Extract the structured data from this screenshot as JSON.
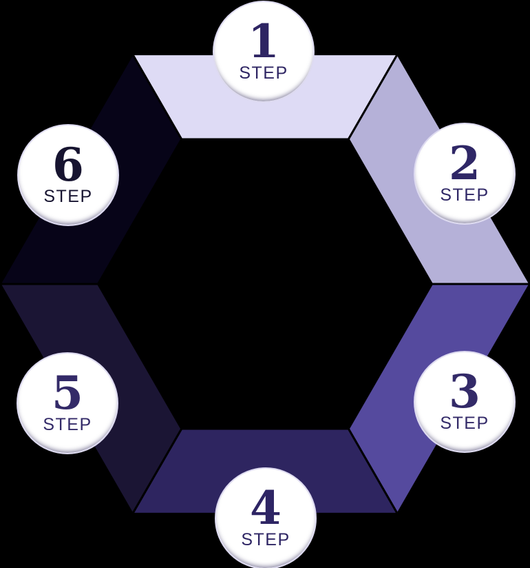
{
  "diagram": {
    "title": "six-step hexagon cycle",
    "background_color": "#000000",
    "circle": {
      "fill": "#ffffff",
      "border": "#dddaf0"
    },
    "steps": [
      {
        "number": "1",
        "label": "STEP",
        "segment_color": "#dedbf5",
        "text_color": "#2e2563"
      },
      {
        "number": "2",
        "label": "STEP",
        "segment_color": "#b5b1d8",
        "text_color": "#2f2766"
      },
      {
        "number": "3",
        "label": "STEP",
        "segment_color": "#554a9e",
        "text_color": "#332a68"
      },
      {
        "number": "4",
        "label": "STEP",
        "segment_color": "#2e2560",
        "text_color": "#2e2564"
      },
      {
        "number": "5",
        "label": "STEP",
        "segment_color": "#1b1534",
        "text_color": "#332a68"
      },
      {
        "number": "6",
        "label": "STEP",
        "segment_color": "#070418",
        "text_color": "#171430"
      }
    ]
  }
}
